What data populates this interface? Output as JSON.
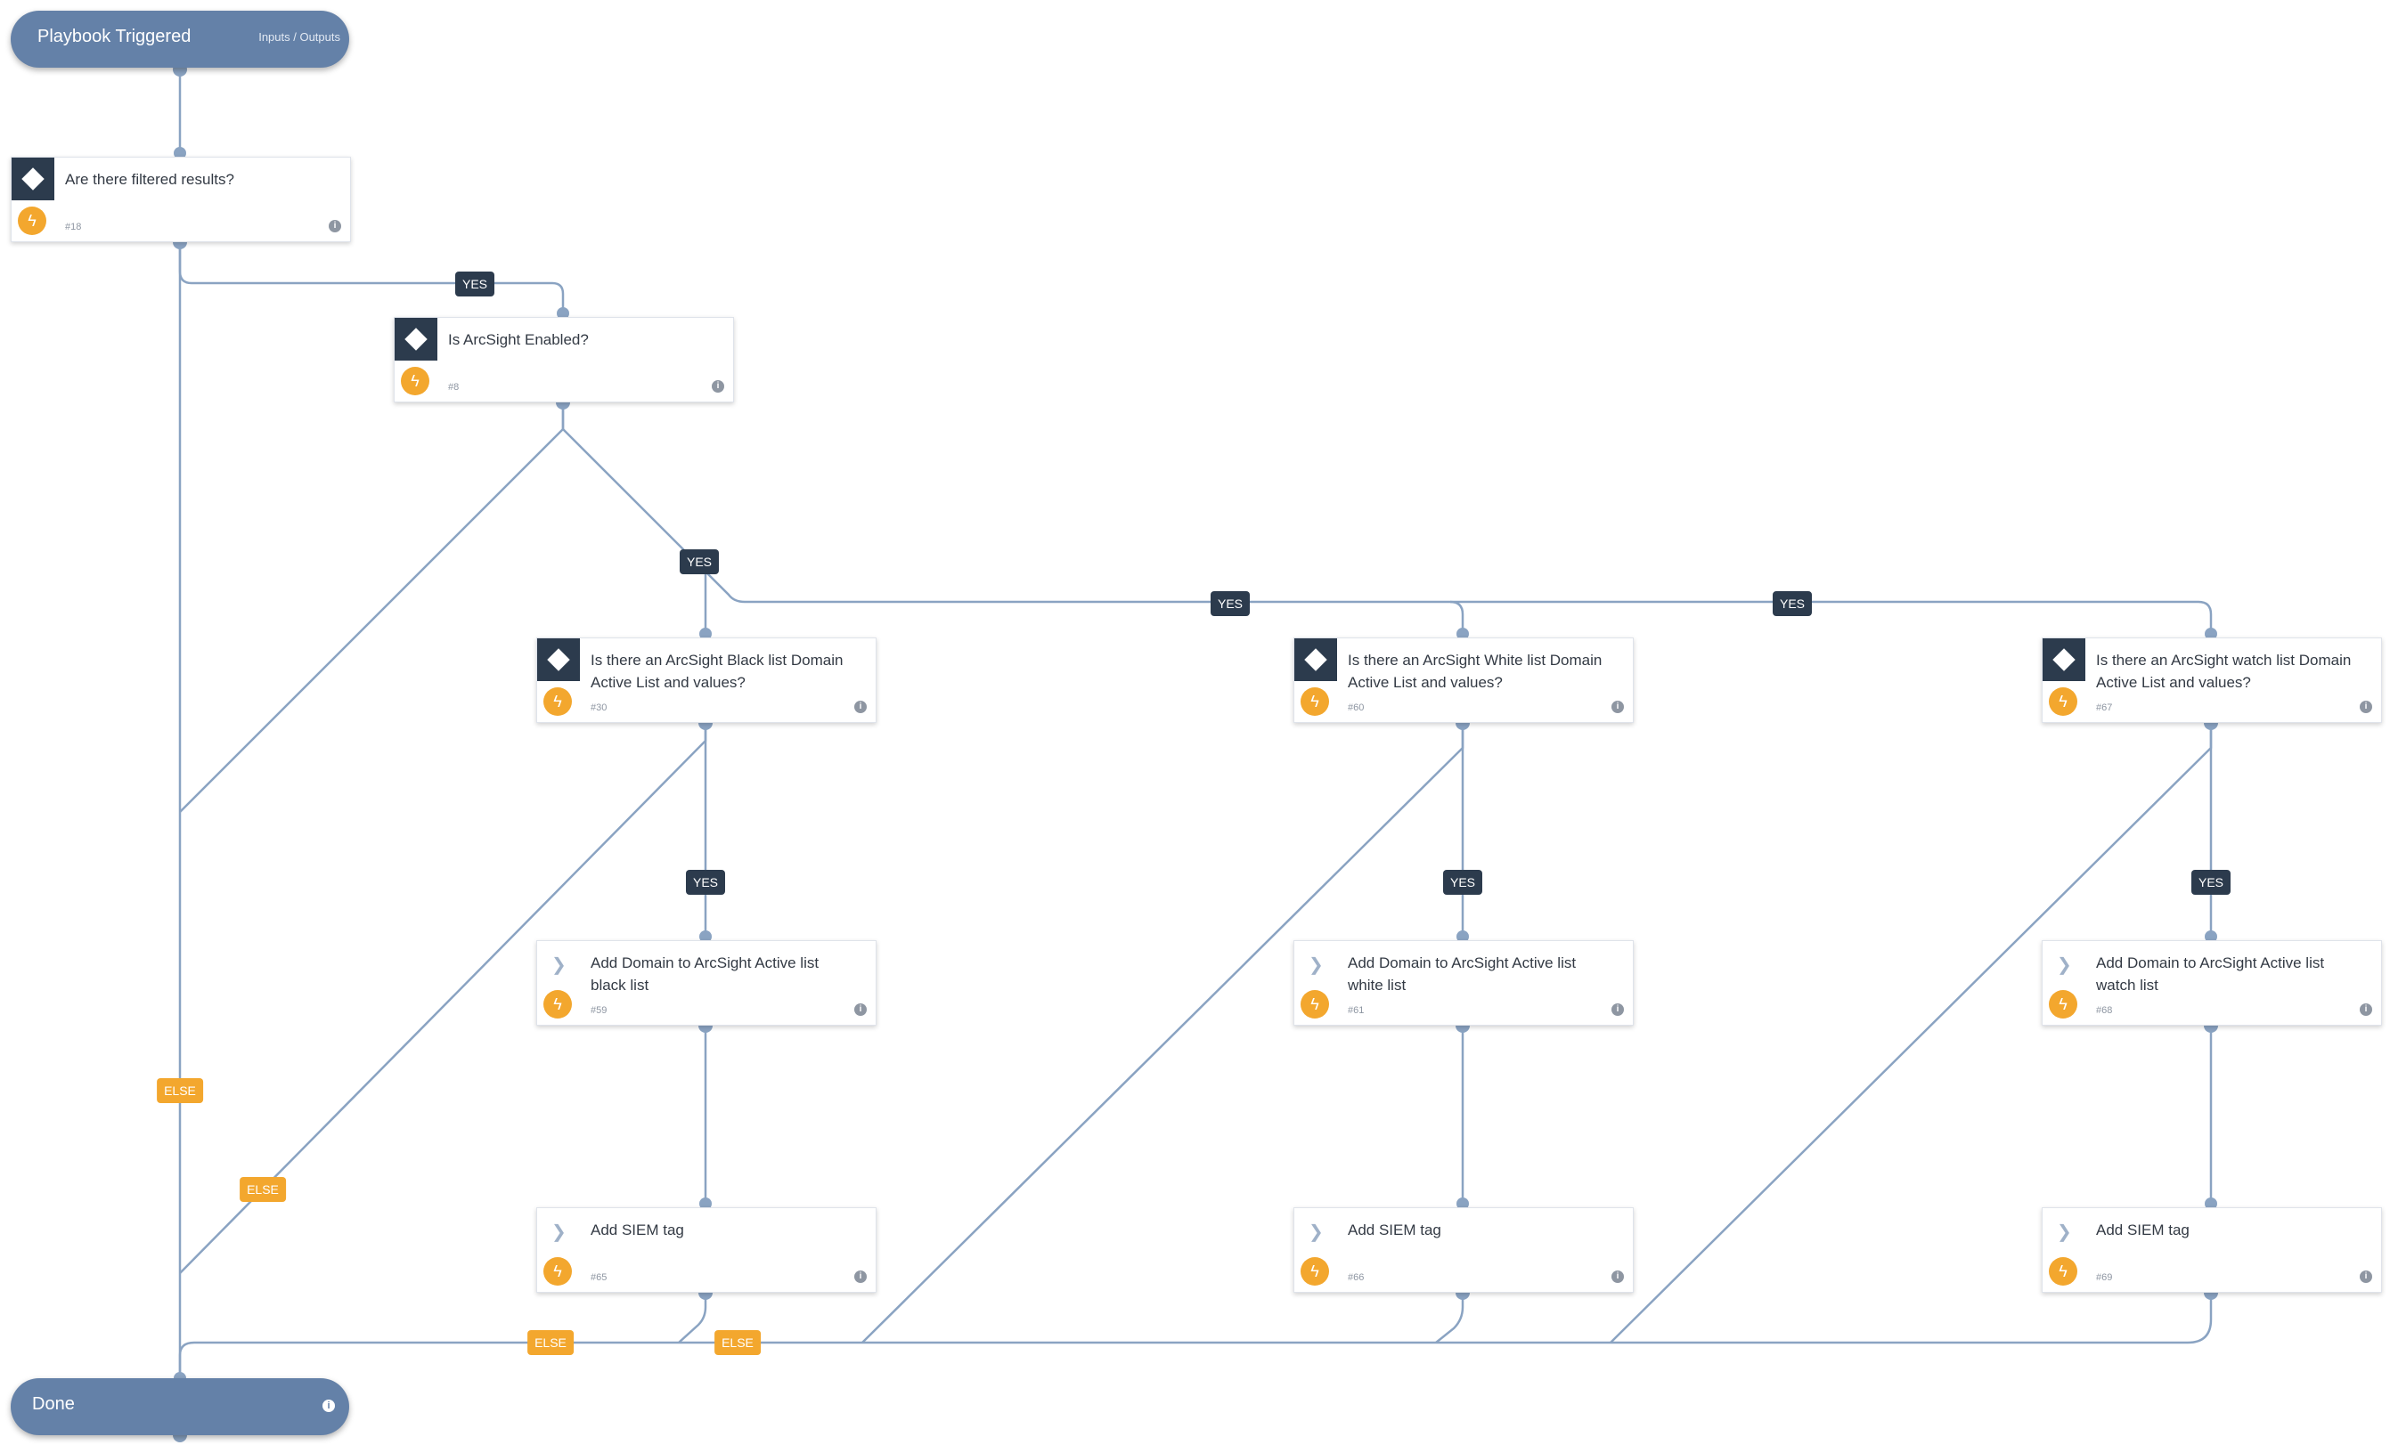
{
  "start": {
    "title": "Playbook Triggered",
    "link": "Inputs / Outputs"
  },
  "end": {
    "title": "Done"
  },
  "tasks": {
    "t18": {
      "kind": "condition",
      "title": "Are there filtered results?",
      "id": "#18"
    },
    "t8": {
      "kind": "condition",
      "title": "Is ArcSight Enabled?",
      "id": "#8"
    },
    "t30": {
      "kind": "condition",
      "title": "Is there an ArcSight Black list Domain Active List and values?",
      "id": "#30"
    },
    "t60": {
      "kind": "condition",
      "title": "Is there an ArcSight White list Domain Active List and values?",
      "id": "#60"
    },
    "t67": {
      "kind": "condition",
      "title": "Is there an ArcSight watch list Domain Active List and values?",
      "id": "#67"
    },
    "t59": {
      "kind": "action",
      "title": "Add Domain to ArcSight Active list black list",
      "id": "#59"
    },
    "t61": {
      "kind": "action",
      "title": "Add Domain to ArcSight Active list white list",
      "id": "#61"
    },
    "t68": {
      "kind": "action",
      "title": "Add Domain to ArcSight Active list watch list",
      "id": "#68"
    },
    "t65": {
      "kind": "action",
      "title": "Add SIEM tag",
      "id": "#65"
    },
    "t66": {
      "kind": "action",
      "title": "Add SIEM tag",
      "id": "#66"
    },
    "t69": {
      "kind": "action",
      "title": "Add SIEM tag",
      "id": "#69"
    }
  },
  "labels": {
    "yes": "YES",
    "else": "ELSE"
  },
  "colors": {
    "pill": "#6481a8",
    "line": "#8aa3c2",
    "condition_icon": "#2c3b4d",
    "automation_icon": "#f3a72e",
    "yes_badge": "#2c3b4d",
    "else_badge": "#f3a72e"
  },
  "icons": {
    "condition": "diamond-icon",
    "action": "chevron-right-icon",
    "automation": "lightning-bolt-icon",
    "info": "info-icon"
  }
}
